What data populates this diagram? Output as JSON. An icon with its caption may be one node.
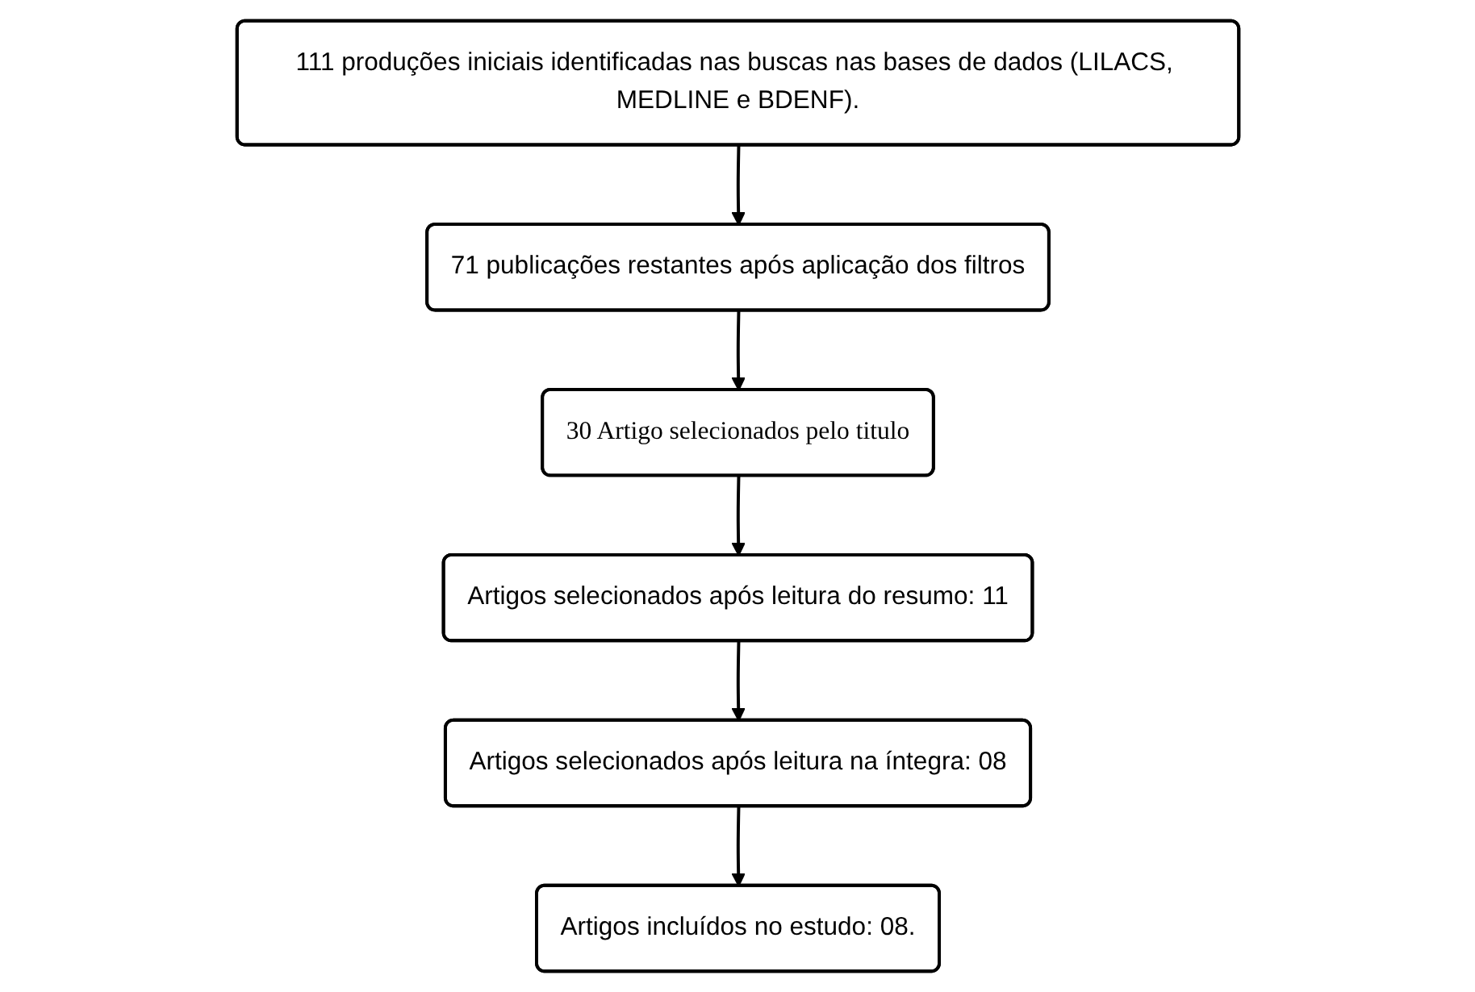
{
  "diagram": {
    "nodes": [
      {
        "text": [
          "111 produções iniciais identificadas nas buscas nas bases de dados (LILACS, MEDLINE e BDENF)."
        ]
      },
      {
        "text": [
          "71 publicações restantes após aplicação dos filtros"
        ]
      },
      {
        "text": [
          "30 Artigo selecionados pelo titulo"
        ]
      },
      {
        "text": [
          "Artigos selecionados após leitura do resumo: 11"
        ]
      },
      {
        "text": [
          "Artigos selecionados após leitura na íntegra: 08"
        ]
      },
      {
        "text": [
          "Artigos incluídos no estudo: 08."
        ]
      }
    ],
    "edges": [
      {
        "from": 0,
        "to": 1,
        "arrow": "to"
      },
      {
        "from": 1,
        "to": 2,
        "arrow": "to"
      },
      {
        "from": 2,
        "to": 3,
        "arrow": "to"
      },
      {
        "from": 3,
        "to": 4,
        "arrow": "to"
      },
      {
        "from": 4,
        "to": 5,
        "arrow": "to"
      }
    ]
  }
}
